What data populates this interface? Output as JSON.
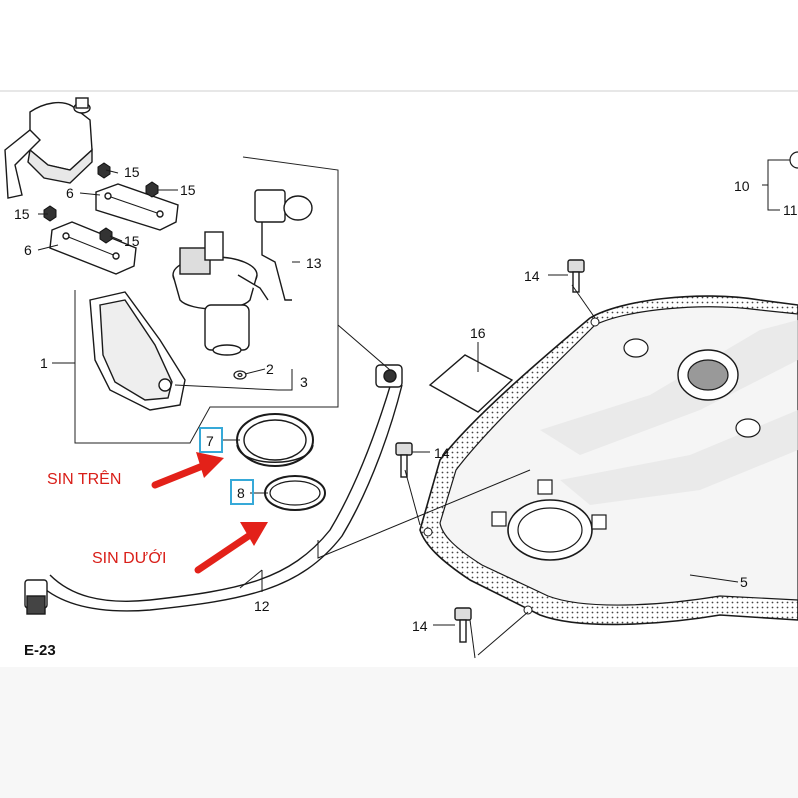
{
  "labels": {
    "l1": "1",
    "l2": "2",
    "l3": "3",
    "l5": "5",
    "l6a": "6",
    "l6b": "6",
    "l7": "7",
    "l8": "8",
    "l10": "10",
    "l11": "11",
    "l12": "12",
    "l13": "13",
    "l14a": "14",
    "l14b": "14",
    "l14c": "14",
    "l15a": "15",
    "l15b": "15",
    "l15c": "15",
    "l15d": "15",
    "l16": "16",
    "ref": "E-23"
  },
  "annotations": {
    "upper": "SIN TRÊN",
    "lower": "SIN DƯỚI"
  },
  "colors": {
    "line": "#1a1a1a",
    "arrow": "#e32119",
    "annotation_text": "#d91e18",
    "highlight_box": "#36a9d8",
    "watermark": "#d9d9d9"
  },
  "icons": [
    "fuel-pump-icon",
    "fuel-tank-icon",
    "o-ring-seal-icon",
    "fuel-hose-icon",
    "bolt-icon",
    "nut-icon",
    "bracket-icon",
    "red-arrow-icon"
  ]
}
